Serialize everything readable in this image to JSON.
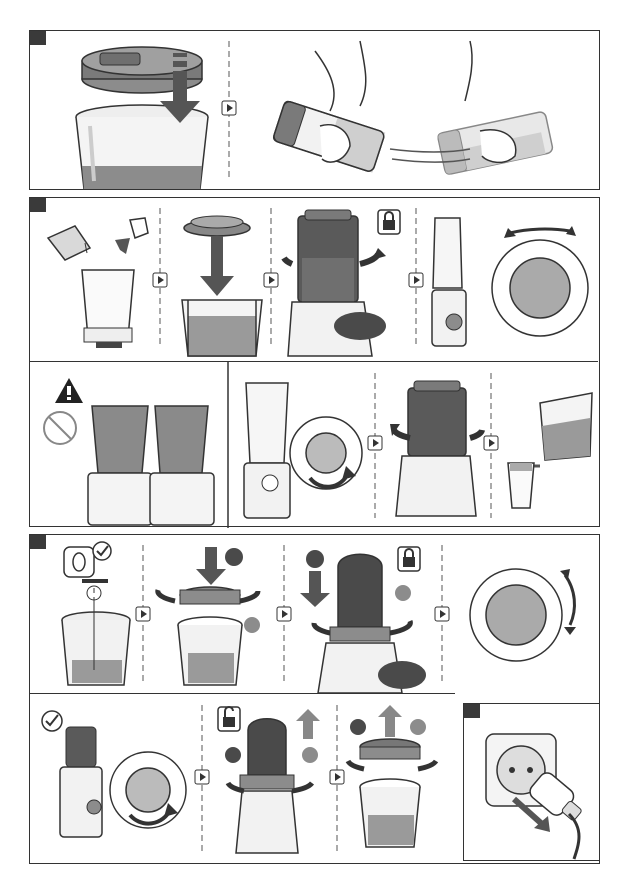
{
  "page": {
    "sections": [
      {
        "id": "travel-cup",
        "steps": 3
      },
      {
        "id": "blender-jar",
        "steps": 4
      },
      {
        "id": "blender-jar-emptying",
        "steps": 4
      },
      {
        "id": "grinder",
        "steps": 4
      },
      {
        "id": "grinder-removal",
        "steps": 3
      },
      {
        "id": "unplug",
        "steps": 1
      }
    ],
    "colors": {
      "outline": "#333333",
      "dark_fill": "#4a4a4a",
      "mid_fill": "#8c8c8c",
      "light_fill": "#d6d6d6",
      "panel_corner": "#3a3a3a"
    },
    "icons": [
      "arrow-down-icon",
      "step-arrow-icon",
      "lock-icon",
      "unlock-icon",
      "warning-icon",
      "prohibited-icon",
      "checkmark-icon",
      "timer-icon",
      "bean-icon",
      "plug-icon",
      "rotate-arrow-icon"
    ]
  }
}
